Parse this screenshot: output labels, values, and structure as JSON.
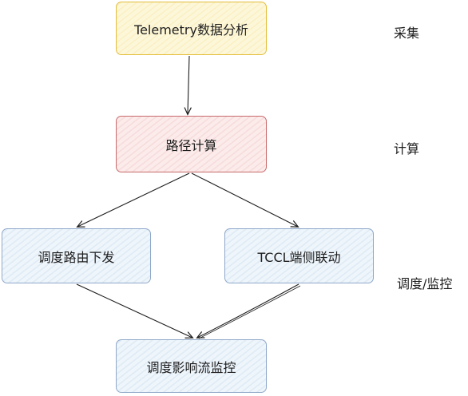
{
  "nodes": {
    "collect": "Telemetry数据分析",
    "compute": "路径计算",
    "route": "调度路由下发",
    "tccl": "TCCL端侧联动",
    "monitor": "调度影响流监控"
  },
  "stage_labels": {
    "collect": "采集",
    "compute": "计算",
    "dispatch_monitor": "调度/监控"
  },
  "colors": {
    "collect_border": "#e3bd3a",
    "collect_fill": "#fdf7da",
    "compute_border": "#c86a6c",
    "compute_fill": "#fbebea",
    "action_border": "#8fa8c9",
    "action_fill": "#eef5fb",
    "arrow": "#1e1e1e"
  }
}
